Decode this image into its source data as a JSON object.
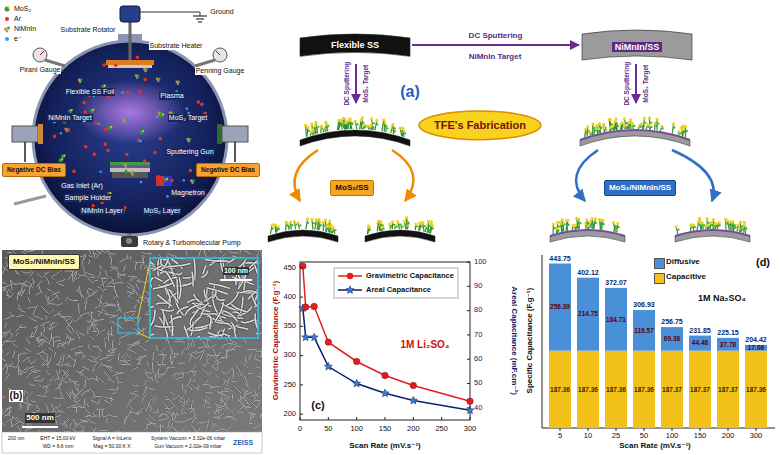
{
  "diagram": {
    "nodes": [
      {
        "text": [
          "Negative DC Bias"
        ]
      },
      {
        "text": [
          "Negative DC Bias"
        ]
      },
      {
        "text": [
          "Flexible SS"
        ]
      },
      {
        "text": [
          "NiMnIn/SS"
        ]
      },
      {
        "text": [
          "TFE's Fabrication"
        ]
      },
      {
        "text": [
          "MoS₂/SS"
        ]
      },
      {
        "text": [
          "MoS₂/NiMnIn/SS"
        ]
      },
      {
        "text": [
          "MoS₂/NiMnIn/SS"
        ]
      }
    ],
    "edges": [
      {
        "from": 2,
        "to": 3,
        "arrow": "to",
        "label": "DC Sputtering"
      }
    ],
    "labels": [
      "Substrate Rotator",
      "Ground",
      "Substrate Heater",
      "Pirani Gauge",
      "Penning Gauge",
      "Flexible SS Foil",
      "Plasma",
      "NiMnIn Target",
      "MoS₂ Target",
      "Sputtering Gun",
      "Magnetron",
      "Gas Inlet (Ar)",
      "Sample Holder",
      "NiMnIn Layer",
      "MoS₂ Layer",
      "Rotary & Turbomolecular Pump",
      "DC Sputtering",
      "MoS₂ Target",
      "DC Sputtering",
      "MoS₂ Target",
      "NiMnIn Target",
      "(a)",
      "100 nm",
      "500 nm",
      "(b)",
      "200 nm",
      "EHT = 15.00 kV",
      "Signal A = InLens",
      "System Vacuum = 3.32e-06 mbar",
      "WD = 6.6 mm",
      "Mag = 50.00 K X",
      "Gun Vacuum = 2.02e-09 mbar",
      "ZEISS",
      "Gravimetric Capacitance (F.g⁻¹)",
      "Areal Capacitance (mF.cm⁻²)",
      "Scan Rate (mV.s⁻¹)",
      "1M Li₂SO₄",
      "(c)",
      "200",
      "250",
      "300",
      "350",
      "400",
      "450",
      "40",
      "50",
      "60",
      "70",
      "80",
      "90",
      "100",
      "0",
      "50",
      "100",
      "150",
      "200",
      "250",
      "300",
      "Specific Capacitance (F.g⁻¹)",
      "Scan Rate (mV.s⁻¹)",
      "1M Na₂SO₄",
      "(d)",
      "5",
      "10",
      "25",
      "50",
      "100",
      "150",
      "200",
      "300",
      "443.75",
      "402.12",
      "372.07",
      "306.93",
      "256.75",
      "231.85",
      "225.15",
      "204.42",
      "256.39",
      "214.75",
      "184.71",
      "119.57",
      "69.38",
      "44.48",
      "37.78",
      "17.06",
      "187.36",
      "187.36",
      "187.36",
      "187.36",
      "187.37",
      "187.37",
      "187.37",
      "187.36"
    ],
    "legend": [
      {
        "text": "MoS₂"
      },
      {
        "text": "Ar",
        "color": "#e8302a"
      },
      {
        "text": "NiMnIn"
      },
      {
        "text": "e⁻",
        "color": "#2aa0e8"
      },
      {
        "text": "Gravimetric Capacitance"
      },
      {
        "text": "Areal Capacitance"
      },
      {
        "text": "Diffusive",
        "color": "#4a90d9"
      },
      {
        "text": "Capacitive",
        "color": "#f2c21b"
      }
    ]
  }
}
